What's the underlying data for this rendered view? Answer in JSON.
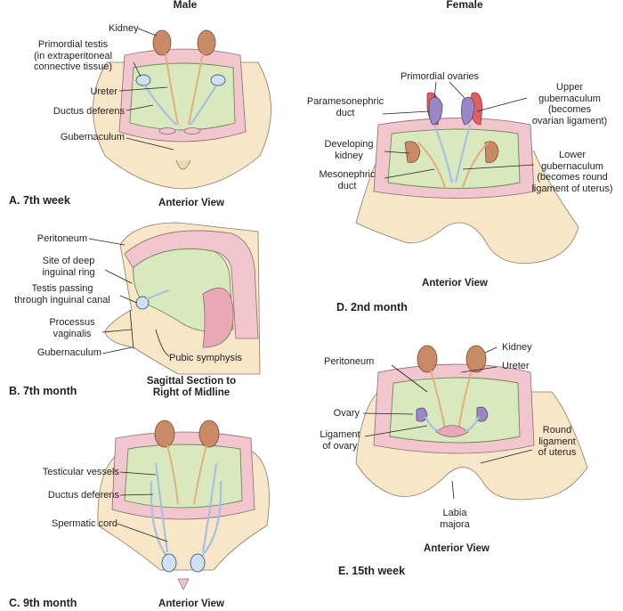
{
  "headers": {
    "male": "Male",
    "female": "Female"
  },
  "panels": {
    "a": {
      "label": "A. 7th week",
      "view": "Anterior View",
      "labels": {
        "kidney": "Kidney",
        "primordial_testis": "Primordial testis\n(in extraperitoneal\nconnective tissue)",
        "ureter": "Ureter",
        "ductus_deferens": "Ductus deferens",
        "gubernaculum": "Gubernaculum"
      }
    },
    "b": {
      "label": "B. 7th month",
      "view": "Sagittal Section to\nRight of Midline",
      "labels": {
        "peritoneum": "Peritoneum",
        "deep_ring": "Site of deep\ninguinal ring",
        "testis_passing": "Testis passing\nthrough inguinal canal",
        "processus_vaginalis": "Processus\nvaginalis",
        "gubernaculum": "Gubernaculum",
        "pubic_symphysis": "Pubic symphysis"
      }
    },
    "c": {
      "label": "C. 9th month",
      "view": "Anterior View",
      "labels": {
        "testicular_vessels": "Testicular vessels",
        "ductus_deferens": "Ductus deferens",
        "spermatic_cord": "Spermatic cord"
      }
    },
    "d": {
      "label": "D. 2nd month",
      "view": "Anterior View",
      "labels": {
        "primordial_ovaries": "Primordial ovaries",
        "paramesonephric_duct": "Paramesonephric\nduct",
        "upper_gubernaculum": "Upper\ngubernaculum\n(becomes\novarian ligament)",
        "developing_kidney": "Developing\nkidney",
        "mesonephric_duct": "Mesonephric\nduct",
        "lower_gubernaculum": "Lower\ngubernaculum\n(becomes round\nligament of uterus)"
      }
    },
    "e": {
      "label": "E. 15th week",
      "view": "Anterior View",
      "labels": {
        "kidney": "Kidney",
        "peritoneum": "Peritoneum",
        "ureter": "Ureter",
        "ovary": "Ovary",
        "ligament_of_ovary": "Ligament\nof ovary",
        "round_ligament": "Round\nligament\nof uterus",
        "labia_majora": "Labia\nmajora"
      }
    }
  },
  "colors": {
    "skin": "#f7e6c8",
    "wall": "#f1c6cf",
    "wall_dark": "#d98b9c",
    "cavity": "#d9e8bf",
    "kidney": "#c98a66",
    "duct": "#a9bfe0",
    "ovary": "#9a88c4",
    "para_duct": "#e06060",
    "line": "#231f20"
  }
}
